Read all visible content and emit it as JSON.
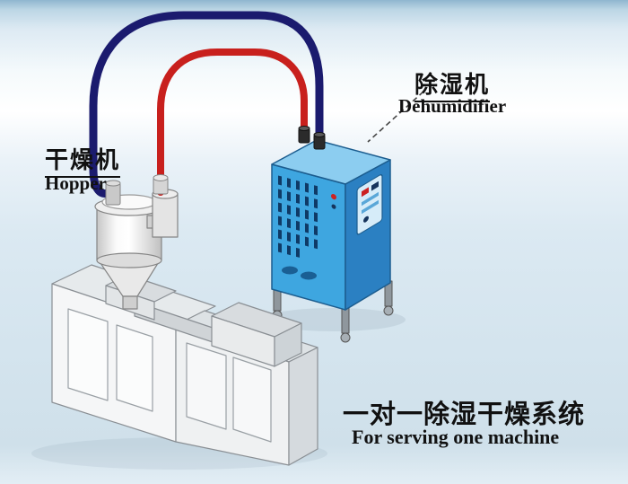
{
  "diagram": {
    "labels": {
      "dryer_cn": "干燥机",
      "dryer_en": "Hopper",
      "dehumidifier_cn": "除湿机",
      "dehumidifier_en": "Dehumidifier",
      "title_cn": "一对一除湿干燥系统",
      "title_en": "For serving one machine"
    },
    "colors": {
      "pipe_red": "#c8201d",
      "pipe_blue": "#1b1b6e",
      "cabinet_front": "#3ea6e0",
      "cabinet_side": "#2b80c2",
      "cabinet_top": "#8ccdf0",
      "machine_body": "#f5f6f7",
      "background_body": "#d7e6f0",
      "text": "#111111"
    }
  }
}
